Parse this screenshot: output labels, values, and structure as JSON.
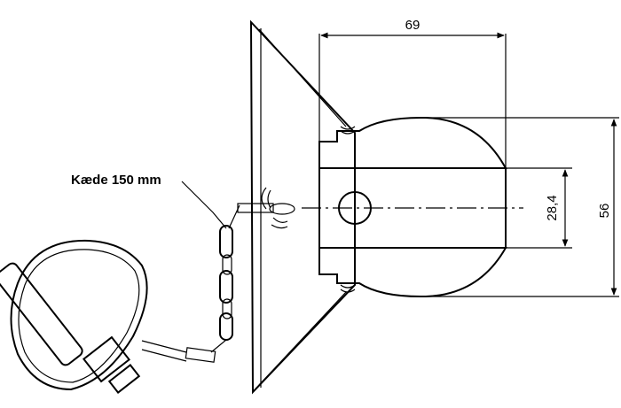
{
  "drawing": {
    "subject": "Ball with pin and chain",
    "callout_label": "Kæde 150 mm",
    "dimensions": {
      "length": "69",
      "outer_diameter": "56",
      "bore_diameter": "28,4"
    }
  }
}
